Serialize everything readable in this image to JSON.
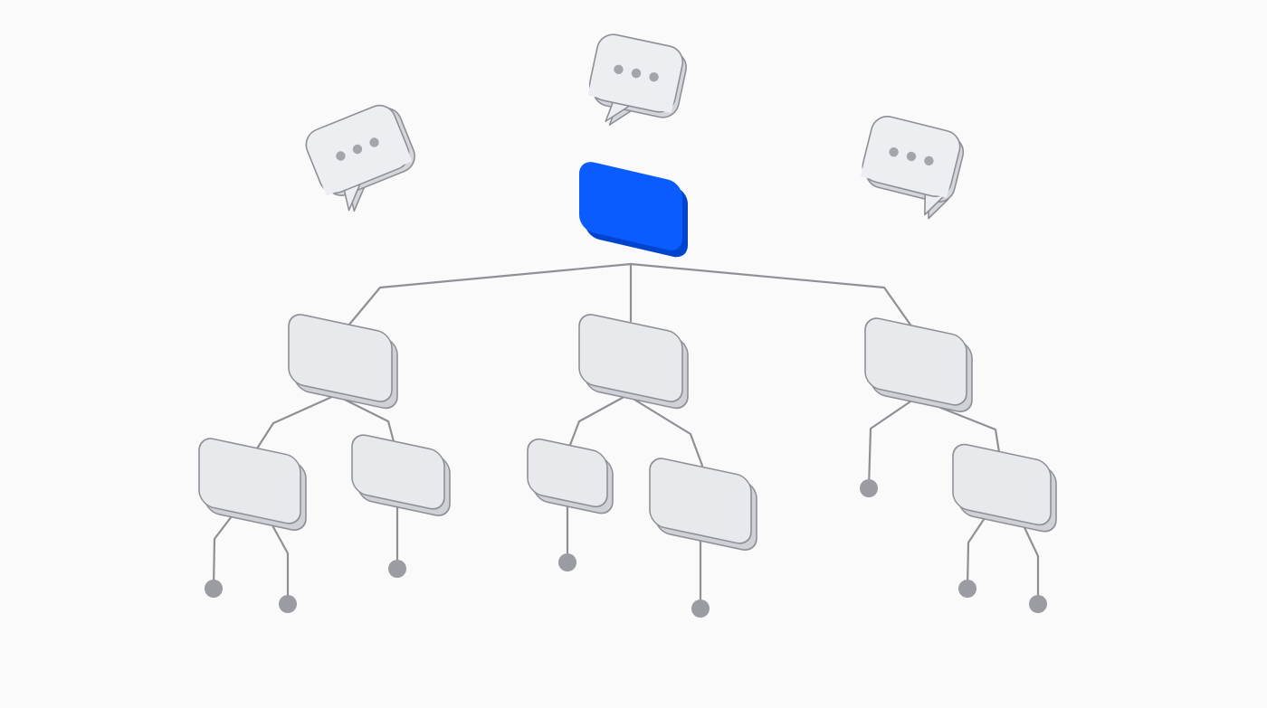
{
  "diagram": {
    "colors": {
      "background": "#fafafb",
      "node_fill": "#e8e9ec",
      "node_side": "#cfd1d6",
      "node_stroke": "#8e9096",
      "root_fill": "#0a5cff",
      "root_side": "#0043cc",
      "edge": "#8e9096",
      "leaf_dot": "#9a9ca2",
      "bubble_fill": "#eceef1",
      "bubble_side": "#d4d6db",
      "bubble_dots": "#a3a5ab"
    },
    "root": {
      "id": "root",
      "label": ""
    },
    "nodes": [
      {
        "id": "n1",
        "parent": "root",
        "label": ""
      },
      {
        "id": "n2",
        "parent": "root",
        "label": ""
      },
      {
        "id": "n3",
        "parent": "root",
        "label": ""
      },
      {
        "id": "n1a",
        "parent": "n1",
        "label": ""
      },
      {
        "id": "n1b",
        "parent": "n1",
        "label": ""
      },
      {
        "id": "n2a",
        "parent": "n2",
        "label": ""
      },
      {
        "id": "n2b",
        "parent": "n2",
        "label": ""
      },
      {
        "id": "n3b",
        "parent": "n3",
        "label": ""
      }
    ],
    "leaves": [
      {
        "id": "l1",
        "parent": "n1a"
      },
      {
        "id": "l2",
        "parent": "n1a"
      },
      {
        "id": "l3",
        "parent": "n1b"
      },
      {
        "id": "l4",
        "parent": "n2a"
      },
      {
        "id": "l5",
        "parent": "n2b"
      },
      {
        "id": "l6",
        "parent": "n3"
      },
      {
        "id": "l7",
        "parent": "n3b"
      },
      {
        "id": "l8",
        "parent": "n3b"
      }
    ],
    "speech_bubbles": [
      {
        "id": "b-left",
        "icon": "speech-bubble-ellipsis-icon"
      },
      {
        "id": "b-top",
        "icon": "speech-bubble-ellipsis-icon"
      },
      {
        "id": "b-right",
        "icon": "speech-bubble-ellipsis-icon"
      }
    ]
  }
}
